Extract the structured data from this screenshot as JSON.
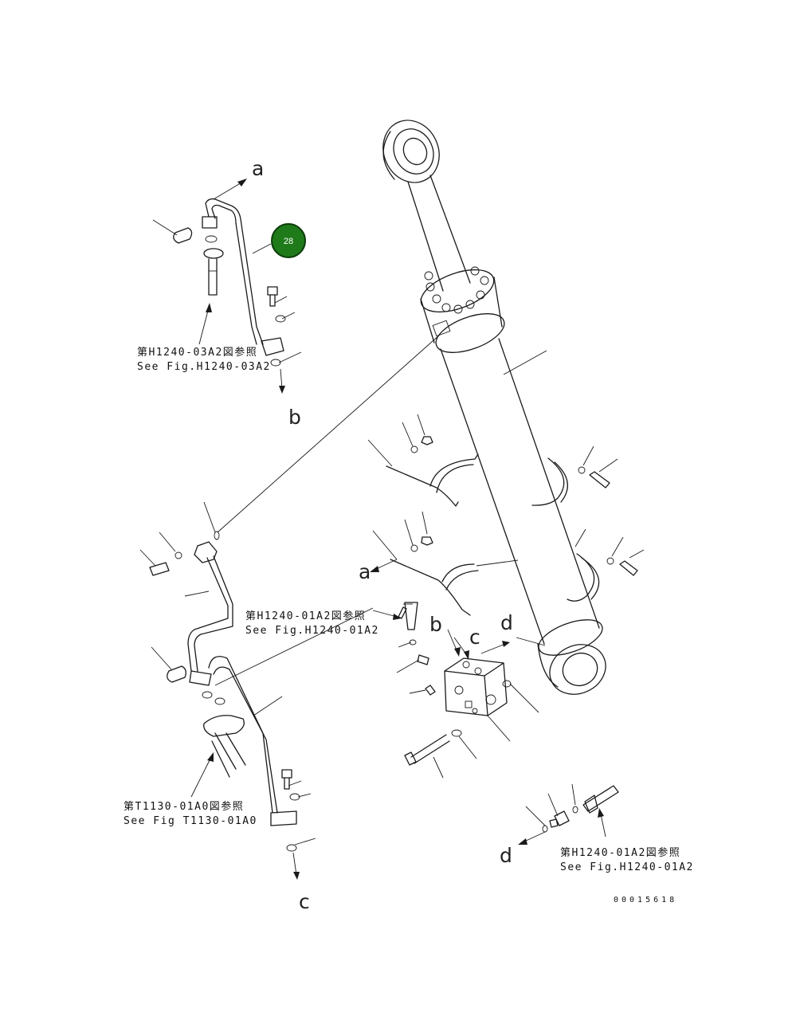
{
  "diagram": {
    "callout": {
      "number": "28",
      "color": "#1f7a1a",
      "ring": "#0b3d0a"
    },
    "direction_labels": {
      "a_top": "a",
      "b_top": "b",
      "a_mid": "a",
      "b_block": "b",
      "c_block": "c",
      "d_block": "d",
      "c_bottom": "c",
      "d_bottom": "d"
    },
    "references": {
      "ref_top_jp": "第H1240-03A2図参照",
      "ref_top_en": "See Fig.H1240-03A2",
      "ref_mid_jp": "第H1240-01A2図参照",
      "ref_mid_en": "See Fig.H1240-01A2",
      "ref_low_jp": "第T1130-01A0図参照",
      "ref_low_en": "See Fig T1130-01A0",
      "ref_right_jp": "第H1240-01A2図参照",
      "ref_right_en": "See Fig.H1240-01A2"
    },
    "drawing_number": "00015618"
  }
}
